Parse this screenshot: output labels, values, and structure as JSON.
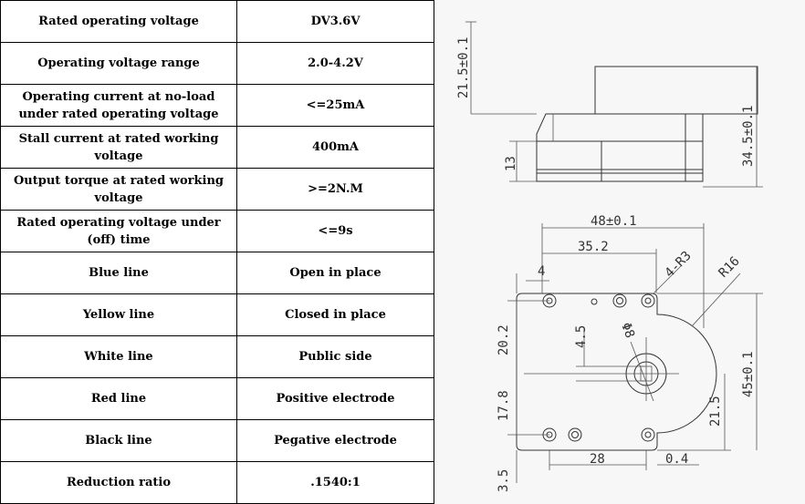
{
  "specs": [
    {
      "param": "Rated operating voltage",
      "value": "DV3.6V"
    },
    {
      "param": "Operating voltage range",
      "value": "2.0-4.2V"
    },
    {
      "param": "Operating current at no-load under rated operating voltage",
      "value": "<=25mA"
    },
    {
      "param": "Stall current at rated working voltage",
      "value": "400mA"
    },
    {
      "param": "Output torque at rated working voltage",
      "value": ">=2N.M"
    },
    {
      "param": "Rated operating voltage under (off) time",
      "value": "<=9s"
    },
    {
      "param": "Blue line",
      "value": "Open in place"
    },
    {
      "param": "Yellow line",
      "value": "Closed in place"
    },
    {
      "param": "White line",
      "value": "Public side"
    },
    {
      "param": "Red line",
      "value": "Positive electrode"
    },
    {
      "param": "Black line",
      "value": "Pegative electrode"
    },
    {
      "param": "Reduction ratio",
      "value": ".1540:1"
    }
  ],
  "drawing": {
    "side_view": {
      "dim_top": "21.5±0.1",
      "dim_height": "13",
      "dim_total": "34.5±0.1"
    },
    "top_view": {
      "dim_width": "48±0.1",
      "dim_35": "35.2",
      "dim_4": "4",
      "dim_r3": "4-R3",
      "dim_r16": "R16",
      "dim_202": "20.2",
      "dim_45_small": "4.5",
      "dim_phi8": "Φ8",
      "dim_178": "17.8",
      "dim_35_small": "3.5",
      "dim_28": "28",
      "dim_04": "0.4",
      "dim_215": "21.5",
      "dim_45": "45±0.1"
    }
  }
}
